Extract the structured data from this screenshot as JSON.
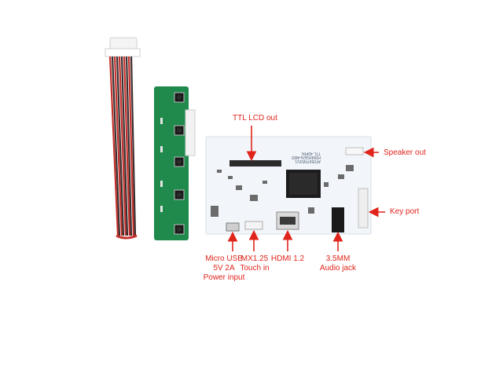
{
  "labels": {
    "ttl_lcd_out": "TTL LCD out",
    "speaker_out": "Speaker out",
    "key_port": "Key  port",
    "micro_usb": [
      "Micro USB",
      "5V 2A",
      "Power input"
    ],
    "mx125": [
      "MX1.25",
      "Touch in"
    ],
    "hdmi": "HDMI 1.2",
    "audio": [
      "3.5MM",
      "Audio jack"
    ]
  },
  "pcb_text": {
    "model_line1": "TTL 40PIN",
    "model_line2": "HDMI/GEN-ABD",
    "model_line3": "AT056TN53V1"
  },
  "colors": {
    "annotation": "#e0241b",
    "main_board": "#f2f6fb",
    "key_board": "#1f8a4c",
    "cable_red": "#c4302b",
    "cable_dark": "#3a2f2f"
  }
}
